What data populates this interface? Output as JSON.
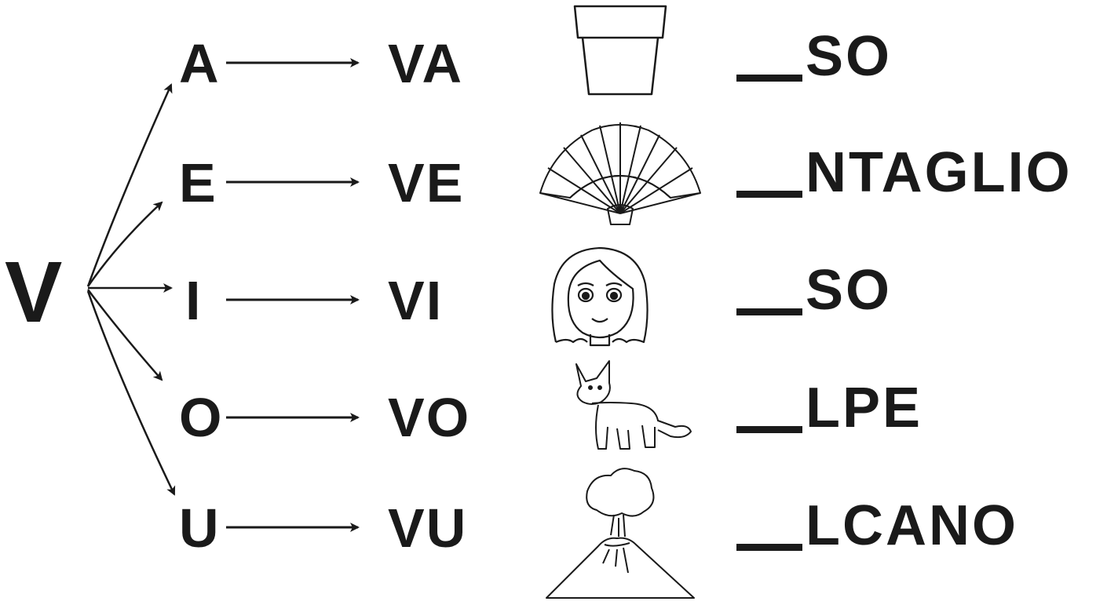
{
  "root": "V",
  "rows": [
    {
      "vowel": "A",
      "syllable": "VA",
      "suffix": "SO",
      "picture": "flowerpot-icon"
    },
    {
      "vowel": "E",
      "syllable": "VE",
      "suffix": "NTAGLIO",
      "picture": "fan-icon"
    },
    {
      "vowel": "I",
      "syllable": "VI",
      "suffix": "SO",
      "picture": "face-icon"
    },
    {
      "vowel": "O",
      "syllable": "VO",
      "suffix": "LPE",
      "picture": "fox-icon"
    },
    {
      "vowel": "U",
      "syllable": "VU",
      "suffix": "LCANO",
      "picture": "volcano-icon"
    }
  ],
  "colors": {
    "ink": "#1a1a1a",
    "background": "#ffffff"
  }
}
